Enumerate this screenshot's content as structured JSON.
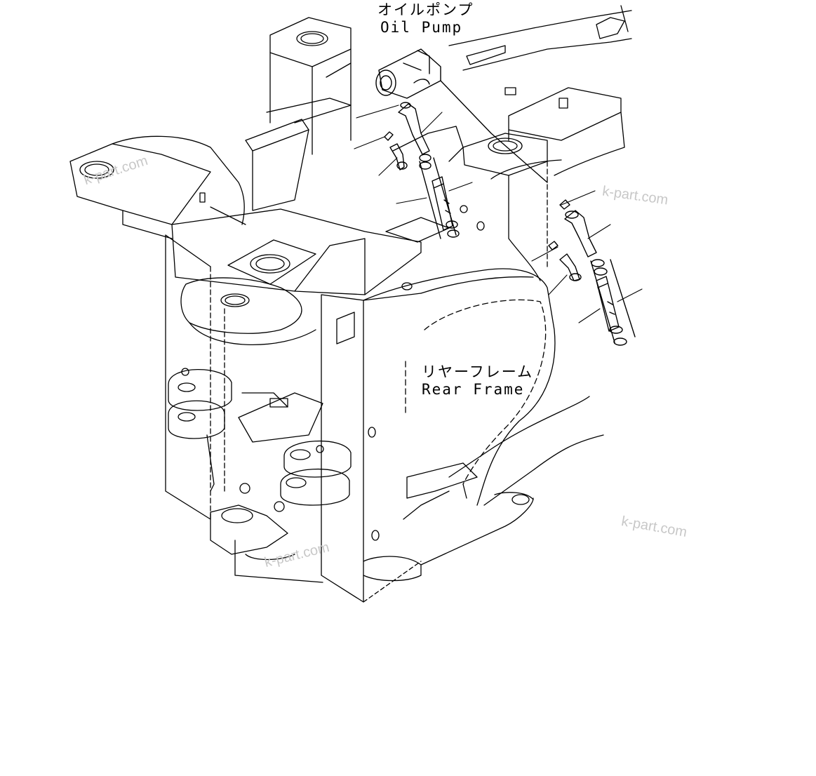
{
  "labels": {
    "oil_pump_jp": "オイルポンプ",
    "oil_pump_en": "Oil Pump",
    "rear_frame_jp": "リヤーフレーム",
    "rear_frame_en": "Rear Frame"
  },
  "watermarks": [
    "k-part.com",
    "k-part.com",
    "k-part.com",
    "k-part.com"
  ],
  "colors": {
    "line": "#000000",
    "background": "#ffffff",
    "watermark": "#c8c8c8"
  }
}
